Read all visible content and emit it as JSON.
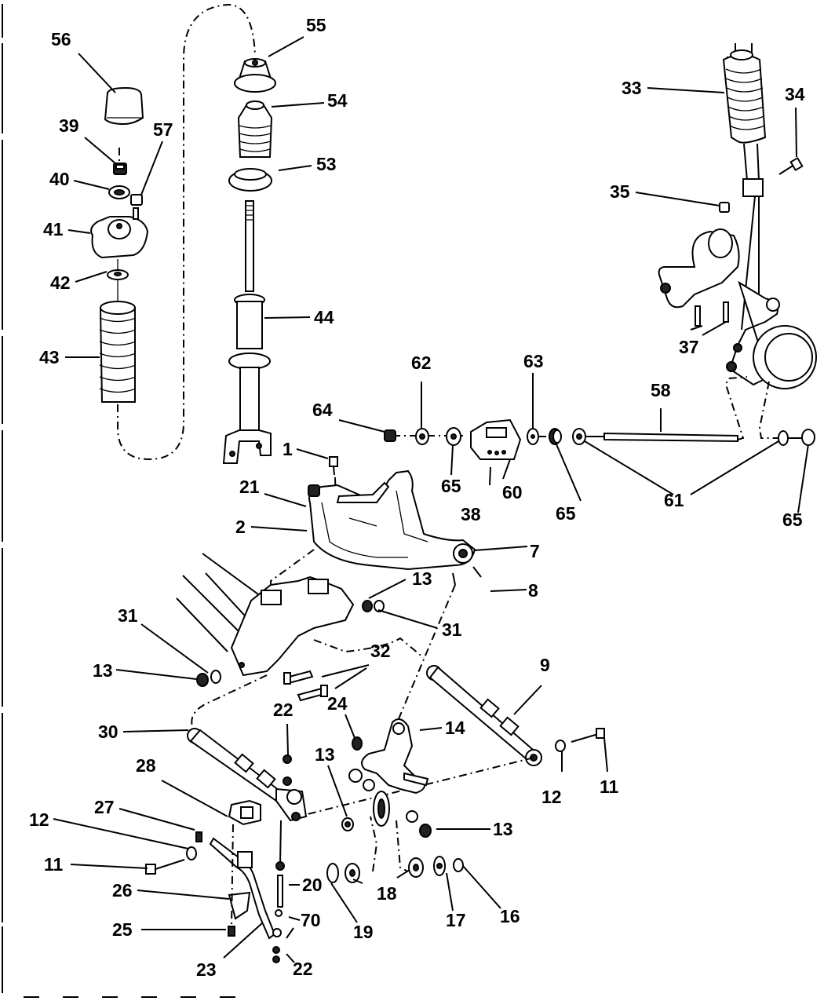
{
  "diagram": {
    "title": "Rear suspension exploded parts diagram",
    "colors": {
      "ink": "#000000",
      "background": "#ffffff"
    },
    "callouts": [
      {
        "id": "c56",
        "label": "56",
        "part": "dust-cap"
      },
      {
        "id": "c55",
        "label": "55",
        "part": "upper-insulator"
      },
      {
        "id": "c54",
        "label": "54",
        "part": "jounce-bumper-dust-boot"
      },
      {
        "id": "c53",
        "label": "53",
        "part": "spring-seat"
      },
      {
        "id": "c39",
        "label": "39",
        "part": "nut"
      },
      {
        "id": "c57",
        "label": "57",
        "part": "nut"
      },
      {
        "id": "c40",
        "label": "40",
        "part": "retainer"
      },
      {
        "id": "c41",
        "label": "41",
        "part": "upper-mount"
      },
      {
        "id": "c42",
        "label": "42",
        "part": "washer"
      },
      {
        "id": "c43",
        "label": "43",
        "part": "dust-boot"
      },
      {
        "id": "c44",
        "label": "44",
        "part": "shock-absorber"
      },
      {
        "id": "c33",
        "label": "33",
        "part": "strut-assembly"
      },
      {
        "id": "c34",
        "label": "34",
        "part": "bolt"
      },
      {
        "id": "c35",
        "label": "35",
        "part": "nut"
      },
      {
        "id": "c37",
        "label": "37",
        "part": "bolts"
      },
      {
        "id": "c58",
        "label": "58",
        "part": "tension-strut"
      },
      {
        "id": "c62",
        "label": "62",
        "part": "washer"
      },
      {
        "id": "c63",
        "label": "63",
        "part": "washer"
      },
      {
        "id": "c64",
        "label": "64",
        "part": "nut"
      },
      {
        "id": "c65a",
        "label": "65",
        "part": "bushing"
      },
      {
        "id": "c60",
        "label": "60",
        "part": "bracket"
      },
      {
        "id": "c38",
        "label": "38",
        "part": "screw"
      },
      {
        "id": "c65b",
        "label": "65",
        "part": "bushing"
      },
      {
        "id": "c61",
        "label": "61",
        "part": "retainers"
      },
      {
        "id": "c65c",
        "label": "65",
        "part": "bushing"
      },
      {
        "id": "c1",
        "label": "1",
        "part": "bolt"
      },
      {
        "id": "c21",
        "label": "21",
        "part": "bushing"
      },
      {
        "id": "c2",
        "label": "2",
        "part": "upper-control-arm"
      },
      {
        "id": "c7",
        "label": "7",
        "part": "ball-joint"
      },
      {
        "id": "c8",
        "label": "8",
        "part": "cotter-pin"
      },
      {
        "id": "c13a",
        "label": "13",
        "part": "nut"
      },
      {
        "id": "c31a",
        "label": "31",
        "part": "washer"
      },
      {
        "id": "c31b",
        "label": "31",
        "part": "washer"
      },
      {
        "id": "c13b",
        "label": "13",
        "part": "nut"
      },
      {
        "id": "c32",
        "label": "32",
        "part": "bolts"
      },
      {
        "id": "c9",
        "label": "9",
        "part": "lateral-link"
      },
      {
        "id": "c22a",
        "label": "22",
        "part": "nut"
      },
      {
        "id": "c24",
        "label": "24",
        "part": "nut"
      },
      {
        "id": "c14",
        "label": "14",
        "part": "knuckle"
      },
      {
        "id": "c30",
        "label": "30",
        "part": "lateral-link"
      },
      {
        "id": "c28",
        "label": "28",
        "part": "bracket"
      },
      {
        "id": "c13c",
        "label": "13",
        "part": "nut"
      },
      {
        "id": "c12a",
        "label": "12",
        "part": "washer"
      },
      {
        "id": "c11a",
        "label": "11",
        "part": "bolt"
      },
      {
        "id": "c27",
        "label": "27",
        "part": "bolt"
      },
      {
        "id": "c12b",
        "label": "12",
        "part": "washer"
      },
      {
        "id": "c13d",
        "label": "13",
        "part": "nut"
      },
      {
        "id": "c11b",
        "label": "11",
        "part": "bolt"
      },
      {
        "id": "c20",
        "label": "20",
        "part": "link"
      },
      {
        "id": "c18",
        "label": "18",
        "part": "bushings"
      },
      {
        "id": "c26",
        "label": "26",
        "part": "bushing"
      },
      {
        "id": "c19",
        "label": "19",
        "part": "retainer"
      },
      {
        "id": "c17",
        "label": "17",
        "part": "retainer"
      },
      {
        "id": "c16",
        "label": "16",
        "part": "nut"
      },
      {
        "id": "c70",
        "label": "70",
        "part": "washer"
      },
      {
        "id": "c25",
        "label": "25",
        "part": "bolt"
      },
      {
        "id": "c23",
        "label": "23",
        "part": "stabilizer-bar"
      },
      {
        "id": "c22b",
        "label": "22",
        "part": "nut"
      }
    ]
  }
}
